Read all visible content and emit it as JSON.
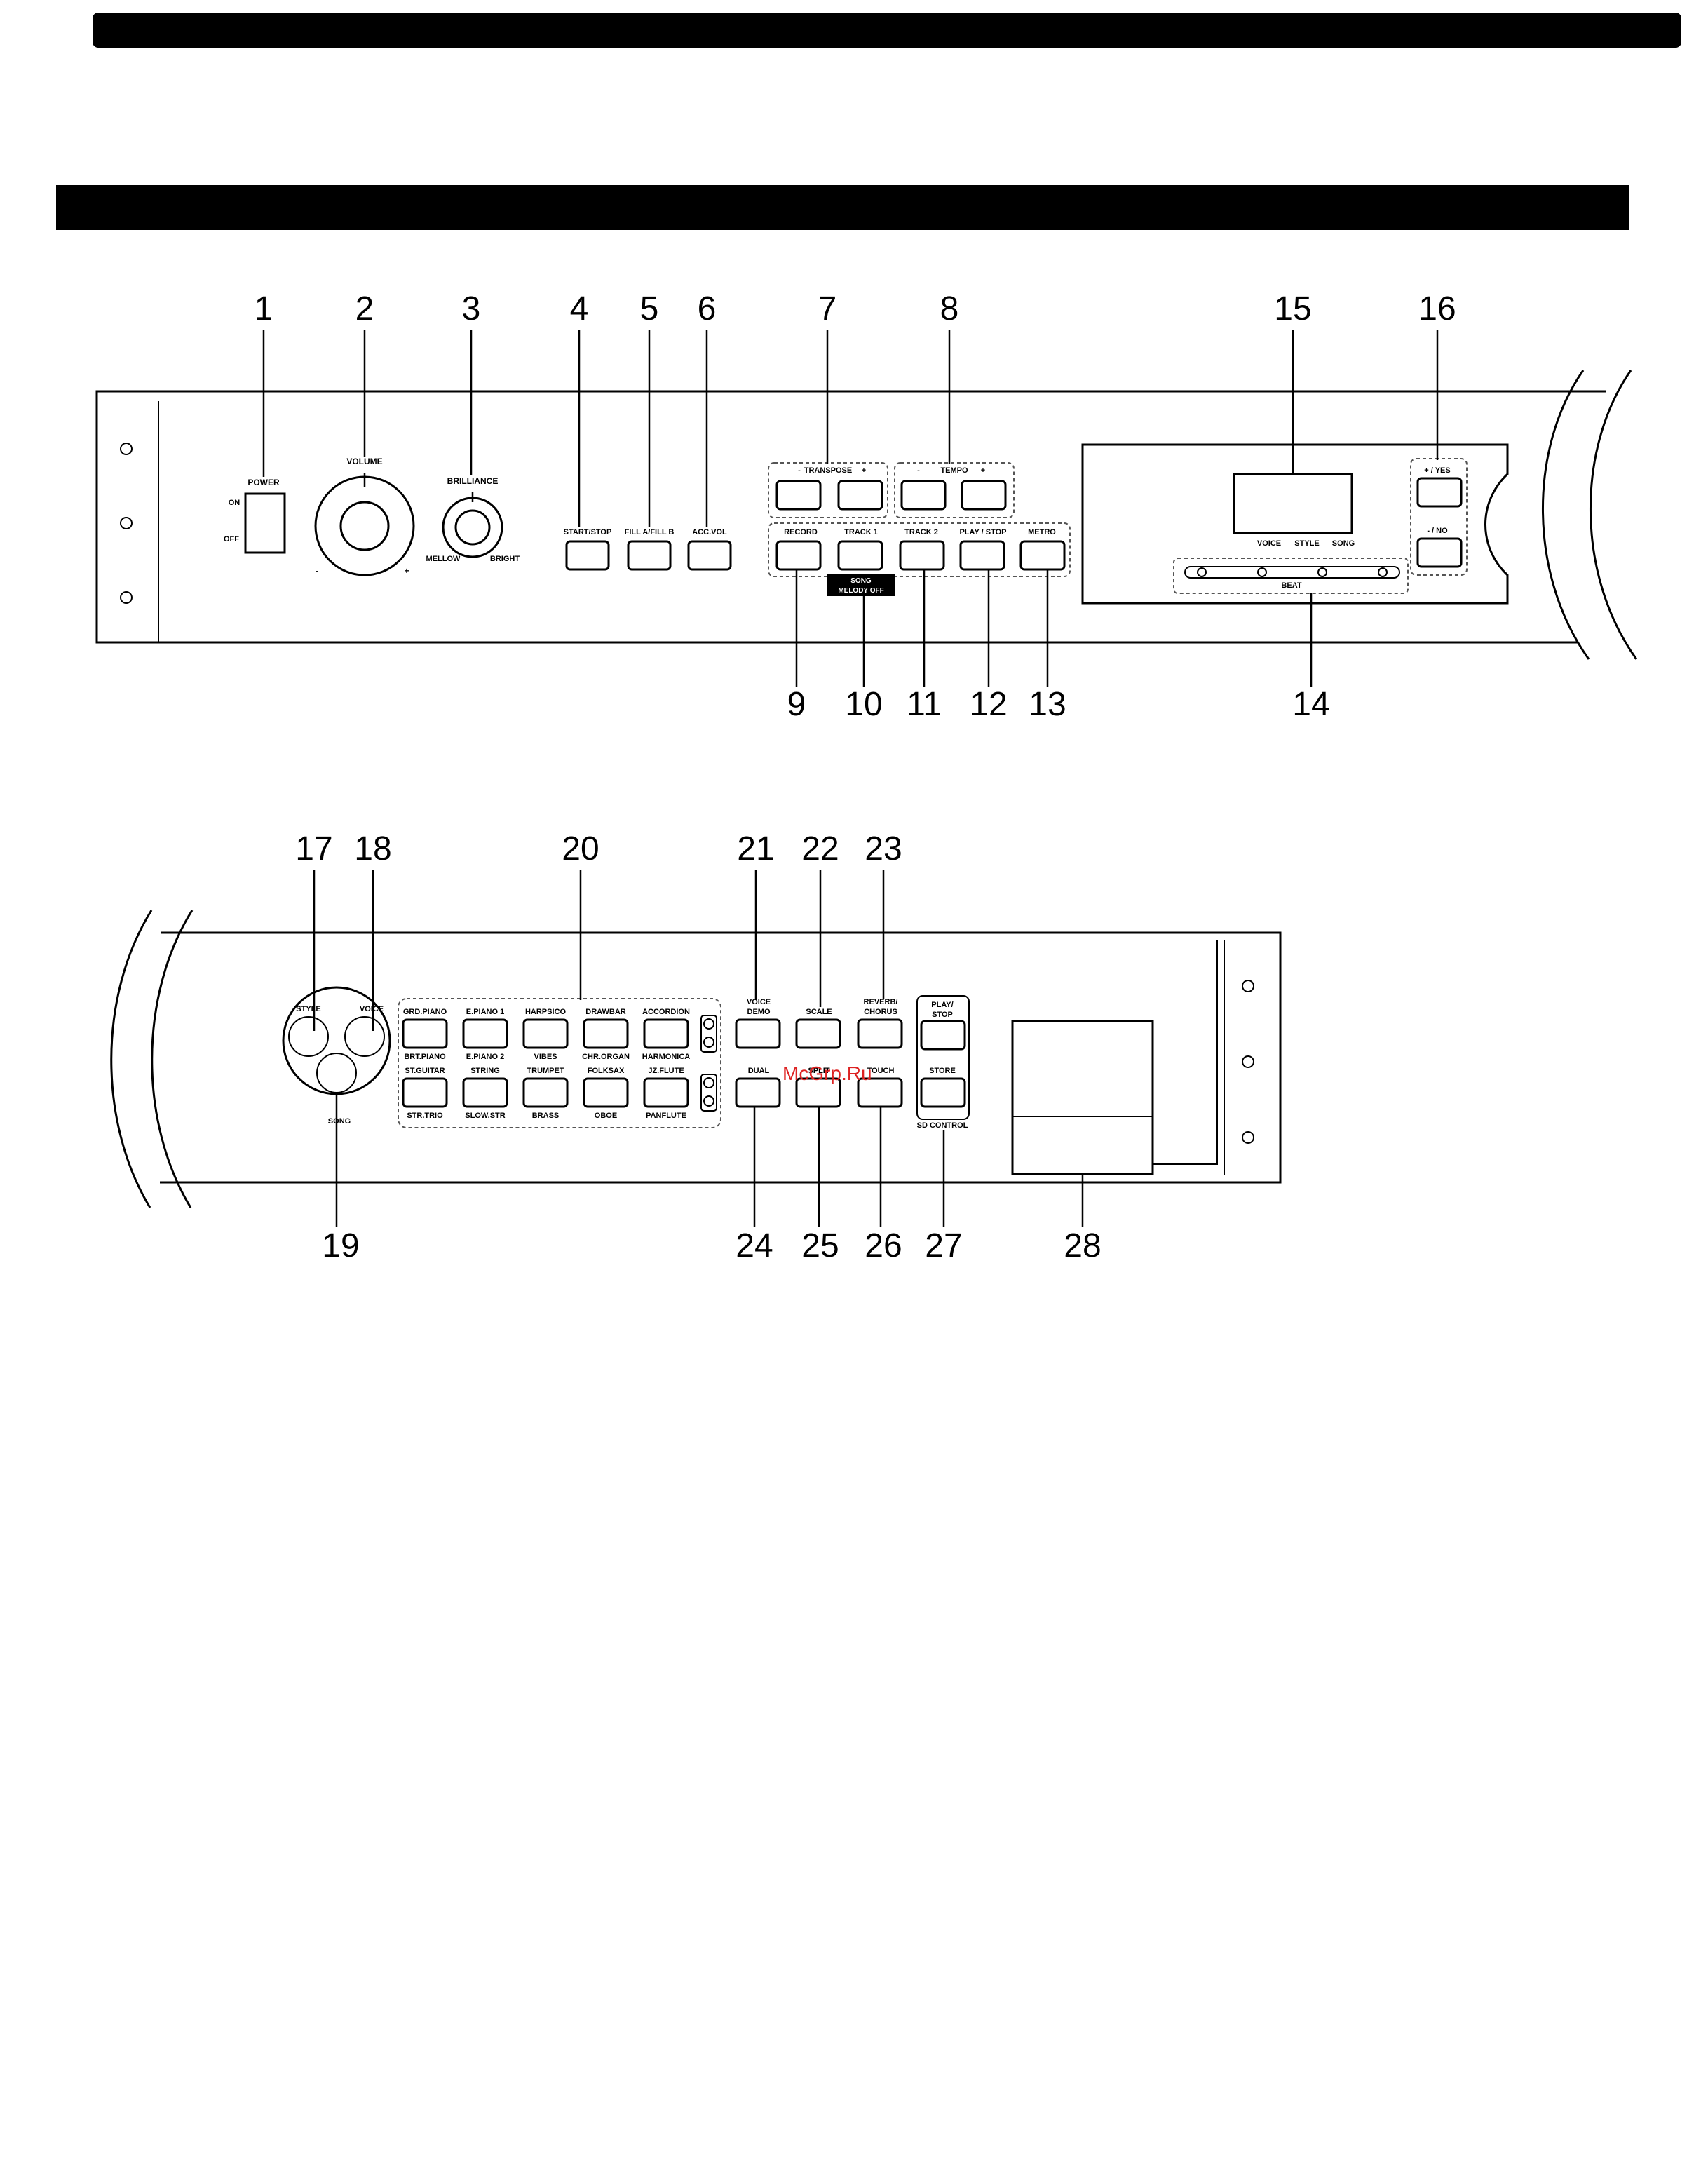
{
  "numbers": {
    "n1": "1",
    "n2": "2",
    "n3": "3",
    "n4": "4",
    "n5": "5",
    "n6": "6",
    "n7": "7",
    "n8": "8",
    "n9": "9",
    "n10": "10",
    "n11": "11",
    "n12": "12",
    "n13": "13",
    "n14": "14",
    "n15": "15",
    "n16": "16",
    "n17": "17",
    "n18": "18",
    "n19": "19",
    "n20": "20",
    "n21": "21",
    "n22": "22",
    "n23": "23",
    "n24": "24",
    "n25": "25",
    "n26": "26",
    "n27": "27",
    "n28": "28"
  },
  "panel_top": {
    "power": "POWER",
    "on": "ON",
    "off": "OFF",
    "volume": "VOLUME",
    "vol_minus": "-",
    "vol_plus": "+",
    "brilliance": "BRILLIANCE",
    "mellow": "MELLOW",
    "bright": "BRIGHT",
    "start_stop": "START/STOP",
    "fill": "FILL A/FILL B",
    "acc_vol": "ACC.VOL",
    "transpose": "TRANSPOSE",
    "tr_minus": "-",
    "tr_plus": "+",
    "tempo": "TEMPO",
    "tp_minus": "-",
    "tp_plus": "+",
    "record": "RECORD",
    "track1": "TRACK 1",
    "track2": "TRACK 2",
    "play_stop": "PLAY / STOP",
    "metro": "METRO",
    "song_melody_off_1": "SONG",
    "song_melody_off_2": "MELODY OFF",
    "voice": "VOICE",
    "style": "STYLE",
    "song": "SONG",
    "beat": "BEAT",
    "yes": "+ / YES",
    "no": "- / NO"
  },
  "panel_bottom": {
    "style": "STYLE",
    "voice": "VOICE",
    "song": "SONG",
    "voices_top": [
      "GRD.PIANO",
      "E.PIANO 1",
      "HARPSICO",
      "DRAWBAR",
      "ACCORDION"
    ],
    "voices_top_sub": [
      "BRT.PIANO",
      "E.PIANO 2",
      "VIBES",
      "CHR.ORGAN",
      "HARMONICA"
    ],
    "voices_bot": [
      "ST.GUITAR",
      "STRING",
      "TRUMPET",
      "FOLKSAX",
      "JZ.FLUTE"
    ],
    "voices_bot_sub": [
      "STR.TRIO",
      "SLOW.STR",
      "BRASS",
      "OBOE",
      "PANFLUTE"
    ],
    "voice_demo_1": "VOICE",
    "voice_demo_2": "DEMO",
    "scale": "SCALE",
    "reverb_1": "REVERB/",
    "reverb_2": "CHORUS",
    "dual": "DUAL",
    "split": "SPLIT",
    "touch": "TOUCH",
    "play_stop_1": "PLAY/",
    "play_stop_2": "STOP",
    "store": "STORE",
    "sd_control": "SD CONTROL"
  },
  "watermark": "McGrp.Ru"
}
